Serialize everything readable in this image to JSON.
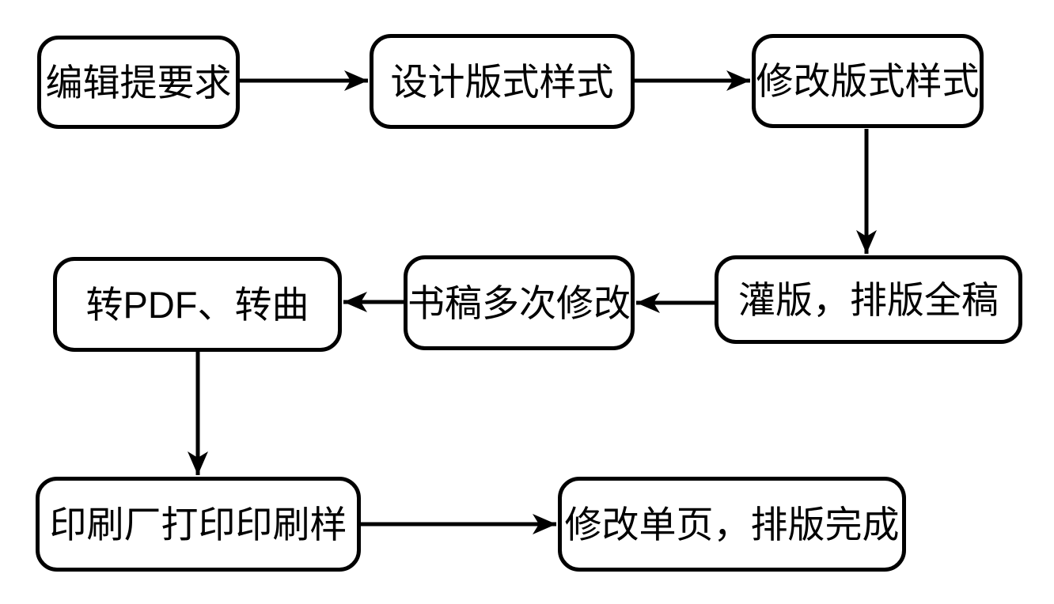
{
  "diagram": {
    "type": "flowchart",
    "title": "",
    "colors": {
      "stroke": "#000000",
      "background": "#ffffff",
      "text": "#000000"
    },
    "nodes": [
      {
        "id": "edit-requirements",
        "label": "编辑提要求"
      },
      {
        "id": "design-layout-style",
        "label": "设计版式样式"
      },
      {
        "id": "revise-layout-style",
        "label": "修改版式样式"
      },
      {
        "id": "fill-typeset-full",
        "label": "灌版，排版全稿"
      },
      {
        "id": "manuscript-revisions",
        "label": "书稿多次修改"
      },
      {
        "id": "convert-pdf-outline",
        "label": "转PDF、转曲"
      },
      {
        "id": "print-proof",
        "label": "印刷厂打印印刷样"
      },
      {
        "id": "final-pages-done",
        "label": "修改单页，排版完成"
      }
    ],
    "edges": [
      {
        "from": "编辑提要求",
        "to": "设计版式样式"
      },
      {
        "from": "设计版式样式",
        "to": "修改版式样式"
      },
      {
        "from": "修改版式样式",
        "to": "灌版，排版全稿"
      },
      {
        "from": "灌版，排版全稿",
        "to": "书稿多次修改"
      },
      {
        "from": "书稿多次修改",
        "to": "转PDF、转曲"
      },
      {
        "from": "转PDF、转曲",
        "to": "印刷厂打印印刷样"
      },
      {
        "from": "印刷厂打印印刷样",
        "to": "修改单页，排版完成"
      }
    ]
  }
}
